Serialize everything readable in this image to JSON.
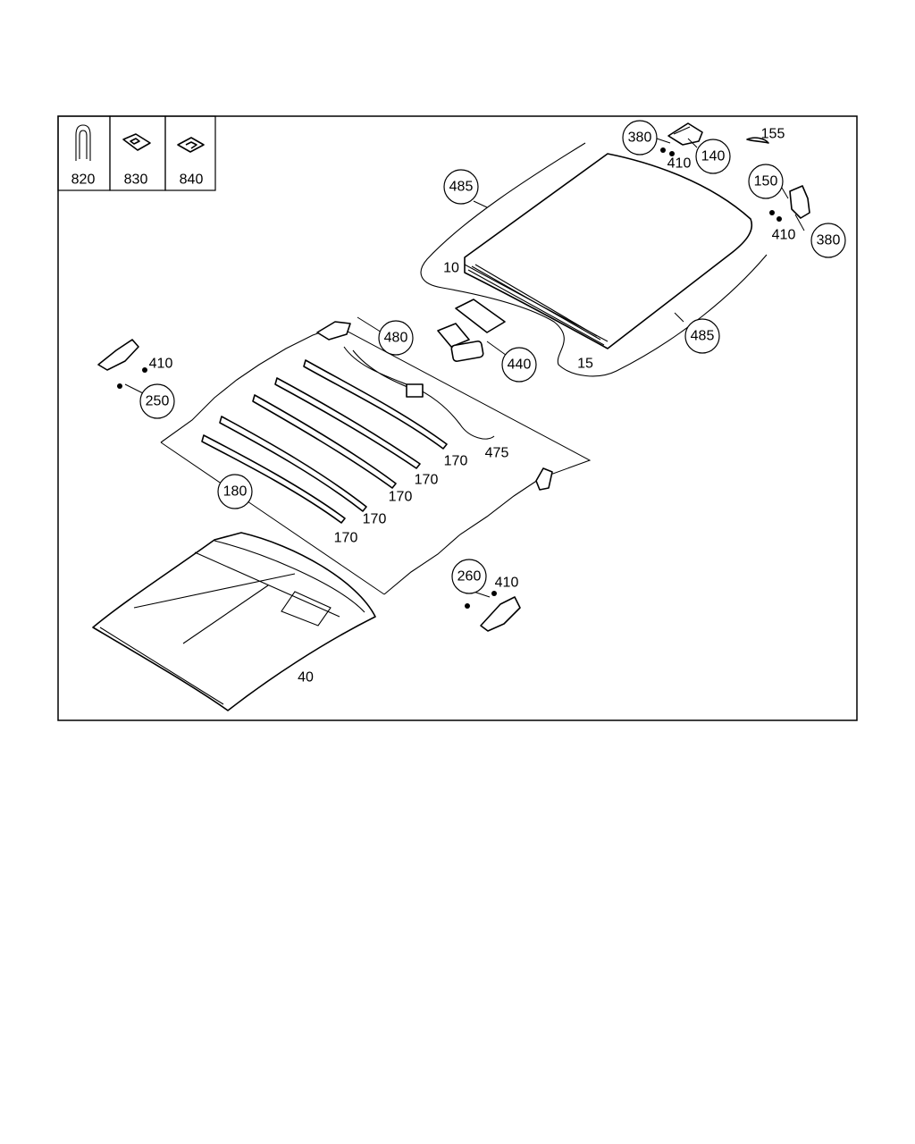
{
  "legend": {
    "items": [
      {
        "id": "clip",
        "icon": "u-clip-icon",
        "label": "820"
      },
      {
        "id": "plate",
        "icon": "slotted-plate-icon",
        "label": "830"
      },
      {
        "id": "shim",
        "icon": "u-shim-icon",
        "label": "840"
      }
    ]
  },
  "labels": {
    "l380a": "380",
    "l140": "140",
    "l410a": "410",
    "l155": "155",
    "l150": "150",
    "l410b": "410",
    "l380b": "380",
    "l485a": "485",
    "l485b": "485",
    "l10": "10",
    "l15": "15",
    "l480": "480",
    "l440": "440",
    "l475": "475",
    "l410c": "410",
    "l250": "250",
    "l180": "180",
    "l170a": "170",
    "l170b": "170",
    "l170c": "170",
    "l170d": "170",
    "l170e": "170",
    "l260": "260",
    "l410d": "410",
    "l40": "40"
  }
}
